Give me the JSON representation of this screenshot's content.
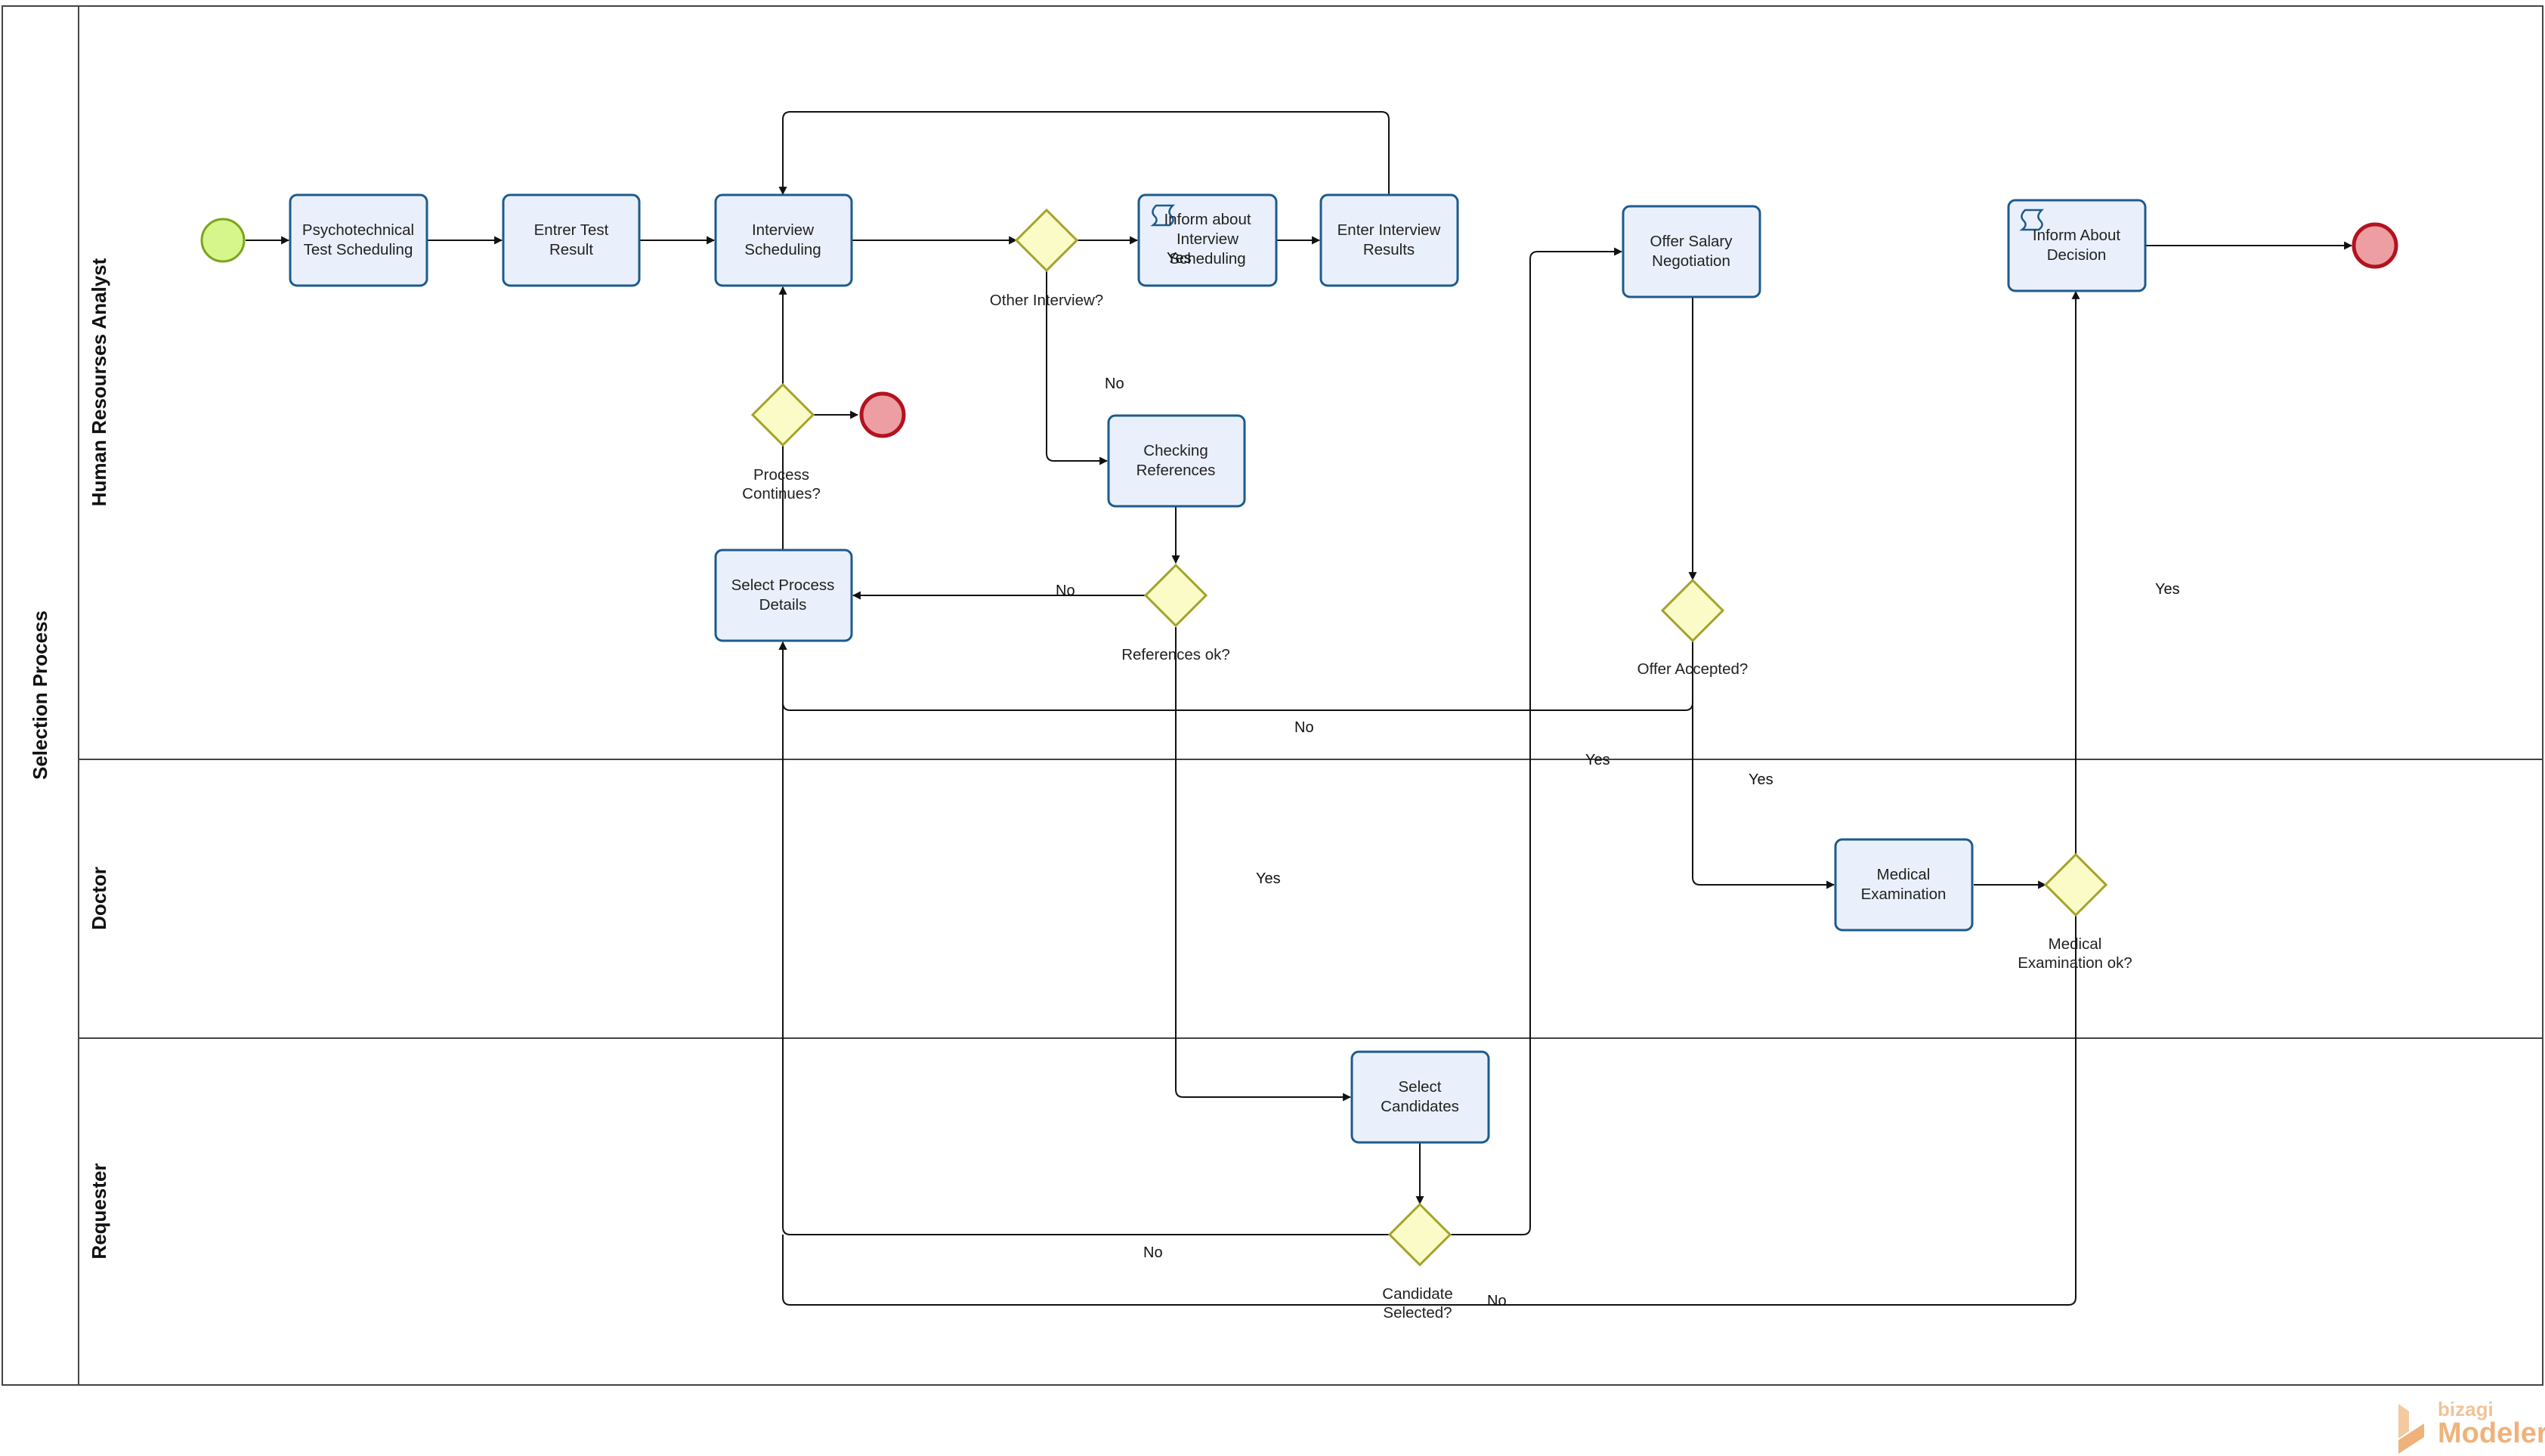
{
  "pool": {
    "label": "Selection Process"
  },
  "lanes": [
    {
      "id": "hr",
      "label": "Human Resourses Analyst"
    },
    {
      "id": "doctor",
      "label": "Doctor"
    },
    {
      "id": "requester",
      "label": "Requester"
    }
  ],
  "tasks": {
    "psycho": {
      "lines": [
        "Psychotechnical",
        "Test Scheduling"
      ]
    },
    "entrer": {
      "lines": [
        "Entrer Test",
        "Result"
      ]
    },
    "interview": {
      "lines": [
        "Interview",
        "Scheduling"
      ]
    },
    "inform_interview": {
      "lines": [
        "Inform about",
        "Interview",
        "Scheduling"
      ]
    },
    "enter_results": {
      "lines": [
        "Enter Interview",
        "Results"
      ]
    },
    "checking": {
      "lines": [
        "Checking",
        "References"
      ]
    },
    "select_process": {
      "lines": [
        "Select Process",
        "Details"
      ]
    },
    "offer": {
      "lines": [
        "Offer Salary",
        "Negotiation"
      ]
    },
    "inform_decision": {
      "lines": [
        "Inform About",
        "Decision"
      ]
    },
    "medical": {
      "lines": [
        "Medical",
        "Examination"
      ]
    },
    "select_candidates": {
      "lines": [
        "Select",
        "Candidates"
      ]
    }
  },
  "gateways": {
    "other_interview": {
      "lines": [
        "Other Interview?"
      ]
    },
    "process_continues": {
      "lines": [
        "Process",
        "Continues?"
      ]
    },
    "references_ok": {
      "lines": [
        "References ok?"
      ]
    },
    "offer_accepted": {
      "lines": [
        "Offer Accepted?"
      ]
    },
    "medical_ok": {
      "lines": [
        "Medical",
        "Examination ok?"
      ]
    },
    "candidate_selected": {
      "lines": [
        "Candidate",
        "Selected?"
      ]
    }
  },
  "edge_labels": {
    "other_interview_yes": "Yes",
    "other_interview_no": "No",
    "references_no": "No",
    "references_yes": "Yes",
    "offer_no": "No",
    "offer_yes": "Yes",
    "candidate_yes": "Yes",
    "candidate_no_1": "No",
    "candidate_no_2": "No",
    "medical_yes": "Yes"
  },
  "watermark": {
    "small": "bizagi",
    "big": "Modeler"
  },
  "colors": {
    "task_fill": "#eaf0fb",
    "task_stroke": "#1d5b8d",
    "gateway_fill": "#fbfbc7",
    "gateway_stroke": "#a3a32a",
    "start_fill": "#d6f58a",
    "start_stroke": "#7aa51d",
    "end_fill": "#ec9ea2",
    "end_stroke": "#b3121f"
  }
}
